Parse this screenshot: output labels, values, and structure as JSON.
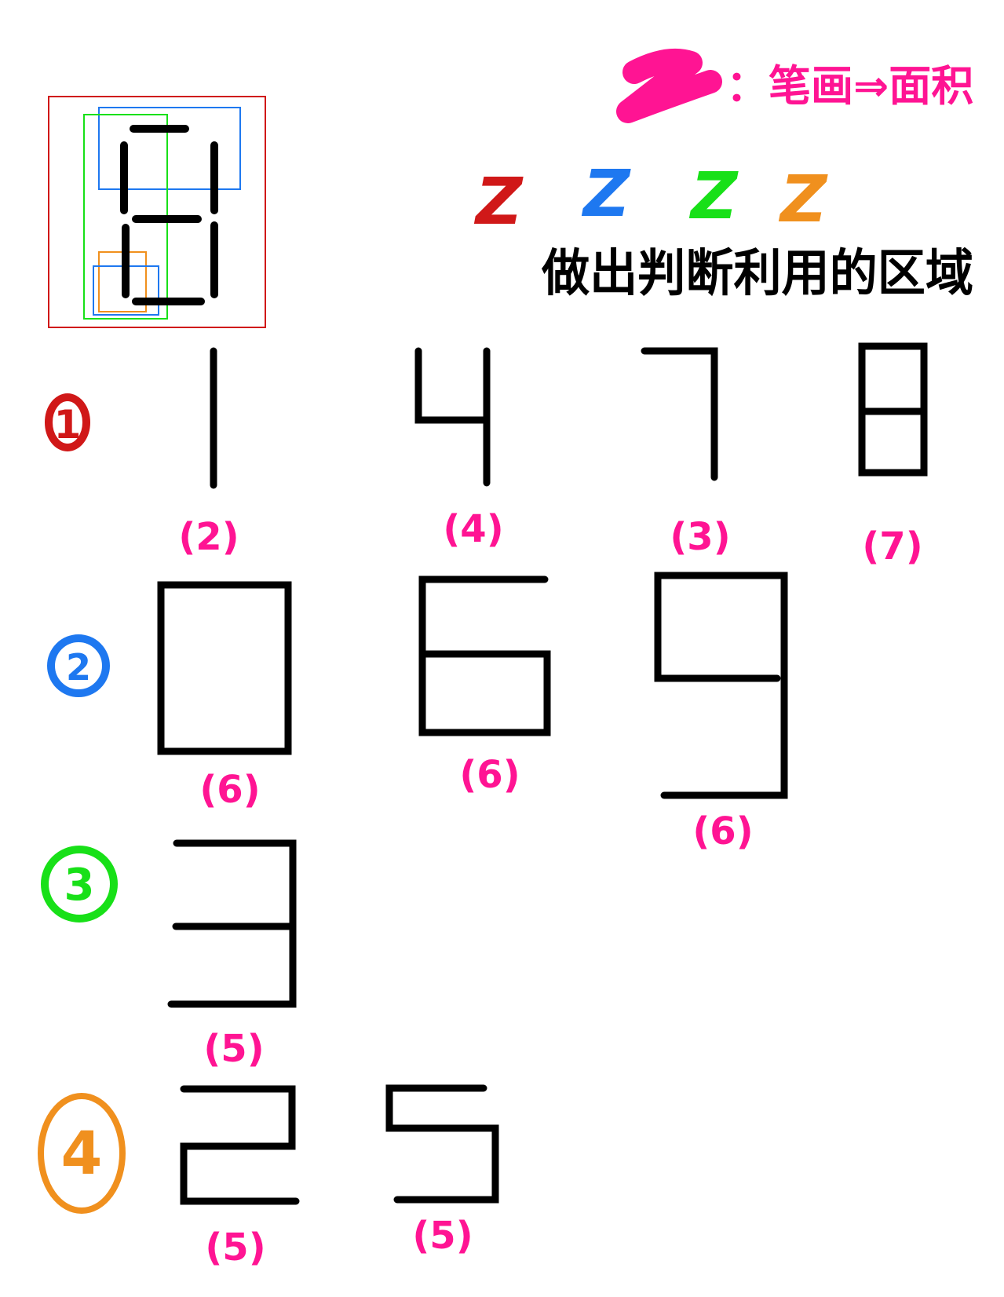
{
  "header": {
    "z_glyph": "Z",
    "legend_text": "：笔画⇒面积",
    "sub_title": "做出判断利用的区域",
    "colored_z": [
      {
        "text": "Z",
        "color": "#d01818"
      },
      {
        "text": "Z",
        "color": "#1e78f0"
      },
      {
        "text": "Z",
        "color": "#18e018"
      },
      {
        "text": "Z",
        "color": "#f0901e"
      }
    ]
  },
  "colors": {
    "pink": "#ff1493",
    "ink": "#000000",
    "red": "#d01818",
    "blue": "#1e78f0",
    "green": "#18e018",
    "orange": "#f0901e"
  },
  "groups": [
    {
      "marker": "1",
      "color": "#d01818",
      "digits": [
        {
          "digit": "1",
          "count": "(2)"
        },
        {
          "digit": "4",
          "count": "(4)"
        },
        {
          "digit": "7",
          "count": "(3)"
        },
        {
          "digit": "8",
          "count": "(7)"
        }
      ]
    },
    {
      "marker": "2",
      "color": "#1e78f0",
      "digits": [
        {
          "digit": "0",
          "count": "(6)"
        },
        {
          "digit": "6",
          "count": "(6)"
        },
        {
          "digit": "9",
          "count": "(6)"
        }
      ]
    },
    {
      "marker": "3",
      "color": "#18e018",
      "digits": [
        {
          "digit": "3",
          "count": "(5)"
        }
      ]
    },
    {
      "marker": "4",
      "color": "#f0901e",
      "digits": [
        {
          "digit": "2",
          "count": "(5)"
        },
        {
          "digit": "5",
          "count": "(5)"
        }
      ]
    }
  ]
}
